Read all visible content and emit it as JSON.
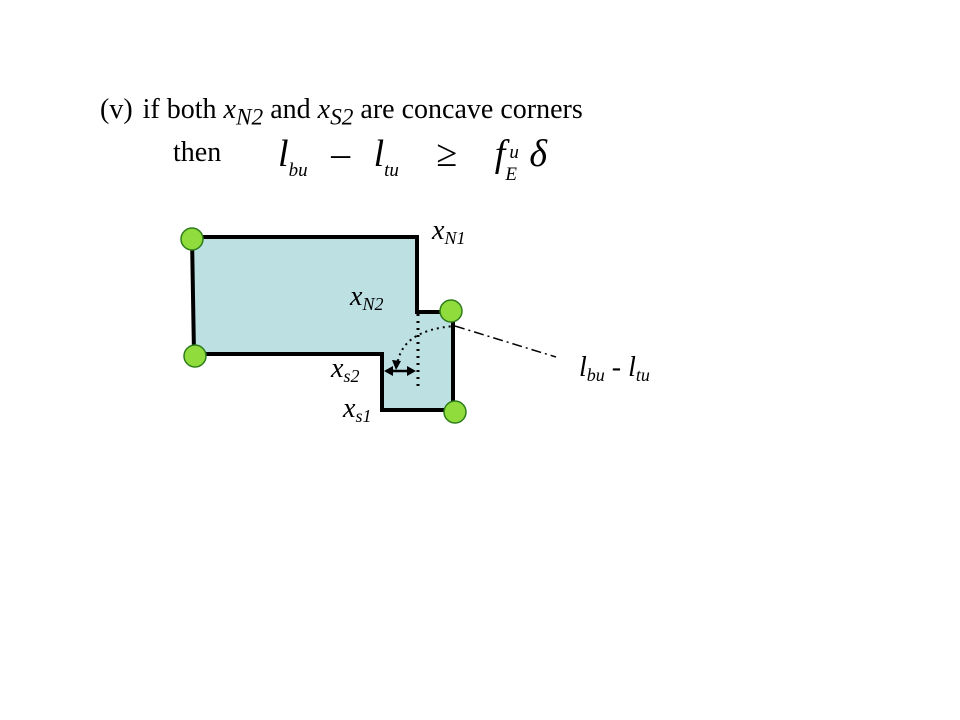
{
  "heading": {
    "number": "(v)",
    "text_a": "if both ",
    "var1": "x",
    "var1_sub": "N2",
    "text_b": " and ",
    "var2": "x",
    "var2_sub": "S2",
    "text_c": " are concave corners"
  },
  "then": "then",
  "formula": {
    "l1": "l",
    "l1_sub": "bu",
    "minus": "–",
    "l2": "l",
    "l2_sub": "tu",
    "geq": "≥",
    "f": "f",
    "f_sup": "u",
    "f_sub": "E",
    "delta": "δ"
  },
  "labels": {
    "xn1": {
      "base": "x",
      "sub": "N1"
    },
    "xn2": {
      "base": "x",
      "sub": "N2"
    },
    "xs2": {
      "base": "x",
      "sub": "s2"
    },
    "xs1": {
      "base": "x",
      "sub": "s1"
    },
    "diff": {
      "a": "l",
      "a_sub": "bu",
      "minus": " - ",
      "b": "l",
      "b_sub": "tu"
    }
  },
  "colors": {
    "shape_fill": "#bde0e3",
    "shape_stroke": "#000000",
    "corner_marker": "#8fdc3c",
    "corner_marker_stroke": "#2e7d1a"
  }
}
